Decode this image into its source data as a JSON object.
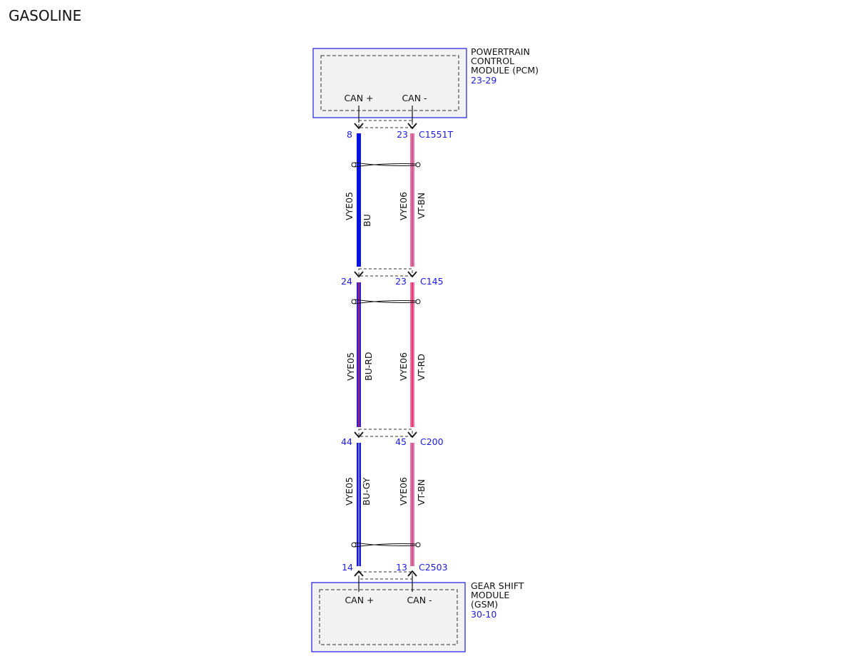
{
  "page_title": "GASOLINE",
  "colors": {
    "module_border": "#1a1ae6",
    "module_fill": "#f2f2f2",
    "reference_text": "#1a1ae6",
    "bu": "#0a14e0",
    "bu_rd_main": "#2d1ed8",
    "bu_rd_stripe": "#d8243c",
    "bu_gy_main": "#1616d6",
    "bu_gy_stripe": "#9aa0c8",
    "vt": "#f070b0",
    "vt_stripe_bn": "#8a5a5a",
    "vt_stripe_rd": "#e8203c"
  },
  "modules": {
    "pcm": {
      "name_lines": [
        "POWERTRAIN",
        "CONTROL",
        "MODULE (PCM)"
      ],
      "ref": "23-29",
      "pin_left_label": "CAN +",
      "pin_right_label": "CAN -"
    },
    "gsm": {
      "name_lines": [
        "GEAR SHIFT",
        "MODULE",
        "(GSM)"
      ],
      "ref": "30-10",
      "pin_left_label": "CAN +",
      "pin_right_label": "CAN -"
    }
  },
  "connectors": [
    {
      "id": "C1551T",
      "pin_left": "8",
      "pin_right": "23"
    },
    {
      "id": "C145",
      "pin_left": "24",
      "pin_right": "23"
    },
    {
      "id": "C200",
      "pin_left": "44",
      "pin_right": "45"
    },
    {
      "id": "C2503",
      "pin_left": "14",
      "pin_right": "13"
    }
  ],
  "segments": [
    {
      "left": {
        "circuit": "VYE05",
        "color": "BU"
      },
      "right": {
        "circuit": "VYE06",
        "color": "VT-BN"
      }
    },
    {
      "left": {
        "circuit": "VYE05",
        "color": "BU-RD"
      },
      "right": {
        "circuit": "VYE06",
        "color": "VT-RD"
      }
    },
    {
      "left": {
        "circuit": "VYE05",
        "color": "BU-GY"
      },
      "right": {
        "circuit": "VYE06",
        "color": "VT-BN"
      }
    }
  ]
}
